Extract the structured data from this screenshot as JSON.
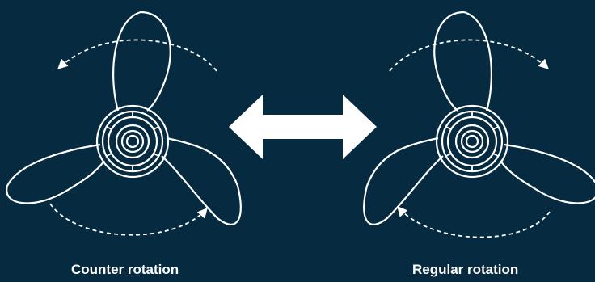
{
  "colors": {
    "background": "#062b40",
    "line": "#ffffff"
  },
  "icons": {
    "left": "propeller-icon",
    "right": "propeller-icon",
    "center": "double-arrow-icon"
  },
  "propellers": [
    {
      "label": "Counter rotation",
      "direction": "counterclockwise"
    },
    {
      "label": "Regular rotation",
      "direction": "clockwise"
    }
  ]
}
